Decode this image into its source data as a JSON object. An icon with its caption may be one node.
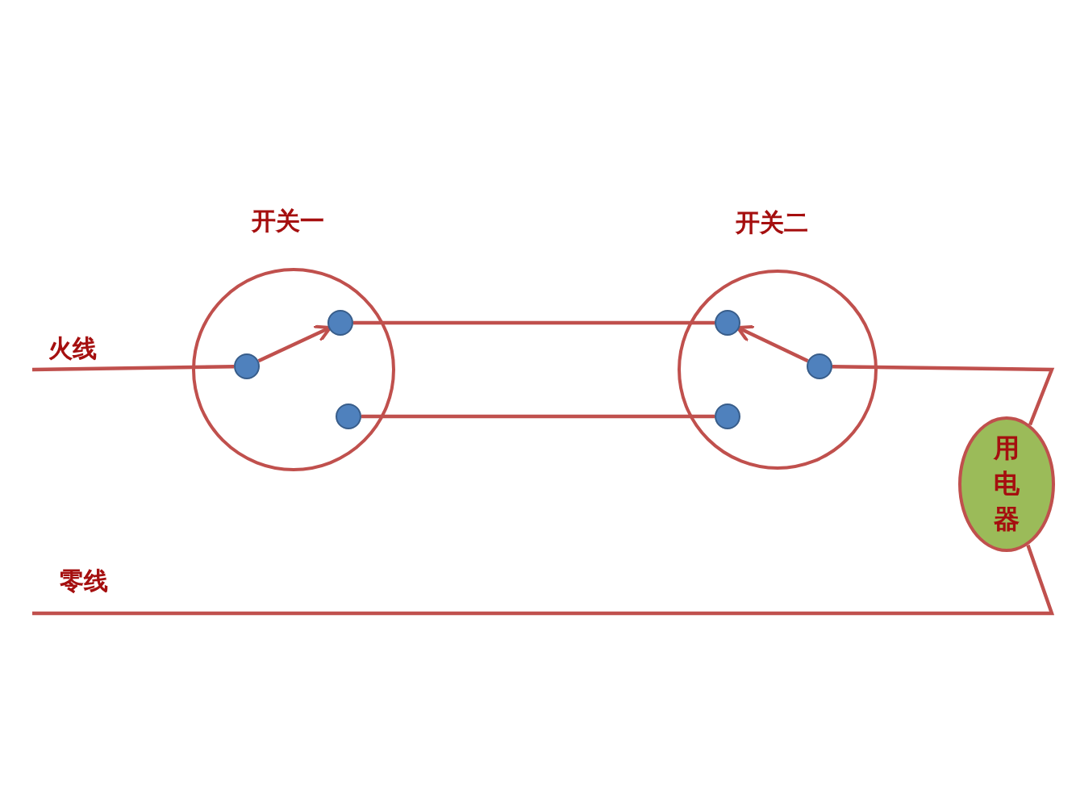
{
  "diagram": {
    "nodes": [
      {
        "text": [
          "开关一"
        ]
      },
      {
        "text": [
          "开关二"
        ]
      },
      {
        "text": [
          "用电器"
        ]
      },
      {
        "text": [],
        "shape": "circle",
        "in": 0
      },
      {
        "text": [],
        "shape": "circle",
        "in": 0
      },
      {
        "text": [],
        "shape": "circle",
        "in": 0
      },
      {
        "text": [],
        "shape": "circle",
        "in": 1
      },
      {
        "text": [],
        "shape": "circle",
        "in": 1
      },
      {
        "text": [],
        "shape": "circle",
        "in": 1
      }
    ],
    "edges": [
      {
        "from": null,
        "to": 3,
        "arrow": "none",
        "label": "火线"
      },
      {
        "from": 3,
        "to": 4,
        "arrow": "to"
      },
      {
        "from": 4,
        "to": 6,
        "arrow": "none"
      },
      {
        "from": 5,
        "to": 7,
        "arrow": "none"
      },
      {
        "from": 8,
        "to": 6,
        "arrow": "to"
      },
      {
        "from": 8,
        "to": 2,
        "arrow": "none"
      },
      {
        "from": 2,
        "to": null,
        "arrow": "none",
        "label": "零线"
      }
    ]
  }
}
